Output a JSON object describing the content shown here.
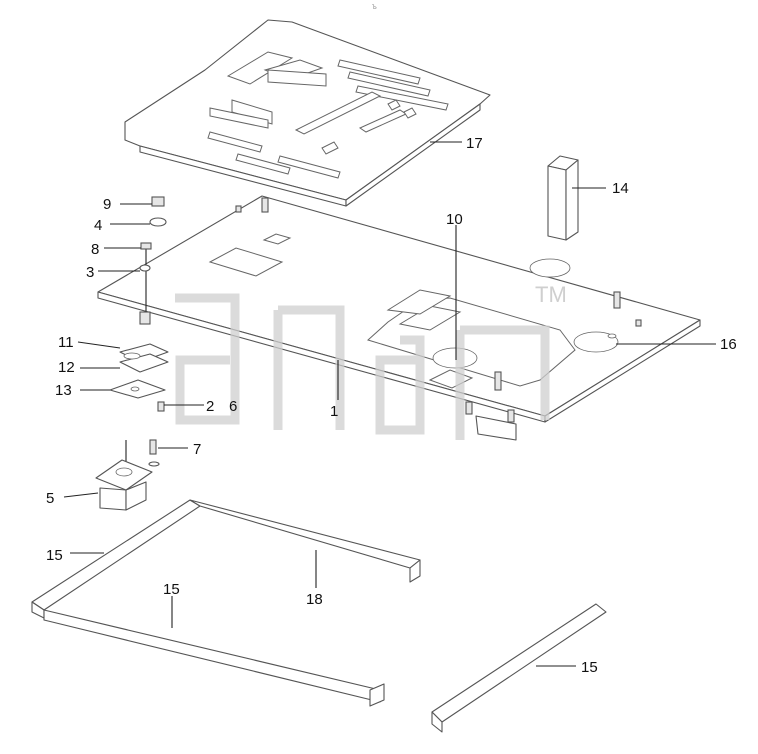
{
  "top_mark": "Ъ",
  "watermark": {
    "tm": "TM"
  },
  "callouts": [
    {
      "id": "c17",
      "label": "17"
    },
    {
      "id": "c14",
      "label": "14"
    },
    {
      "id": "c9",
      "label": "9"
    },
    {
      "id": "c4",
      "label": "4"
    },
    {
      "id": "c8",
      "label": "8"
    },
    {
      "id": "c3",
      "label": "3"
    },
    {
      "id": "c10",
      "label": "10"
    },
    {
      "id": "c16",
      "label": "16"
    },
    {
      "id": "c11",
      "label": "11"
    },
    {
      "id": "c12",
      "label": "12"
    },
    {
      "id": "c13",
      "label": "13"
    },
    {
      "id": "c2",
      "label": "2"
    },
    {
      "id": "c6",
      "label": "6"
    },
    {
      "id": "c1",
      "label": "1"
    },
    {
      "id": "c7",
      "label": "7"
    },
    {
      "id": "c5",
      "label": "5"
    },
    {
      "id": "c15a",
      "label": "15"
    },
    {
      "id": "c15b",
      "label": "15"
    },
    {
      "id": "c18",
      "label": "18"
    },
    {
      "id": "c15c",
      "label": "15"
    }
  ]
}
